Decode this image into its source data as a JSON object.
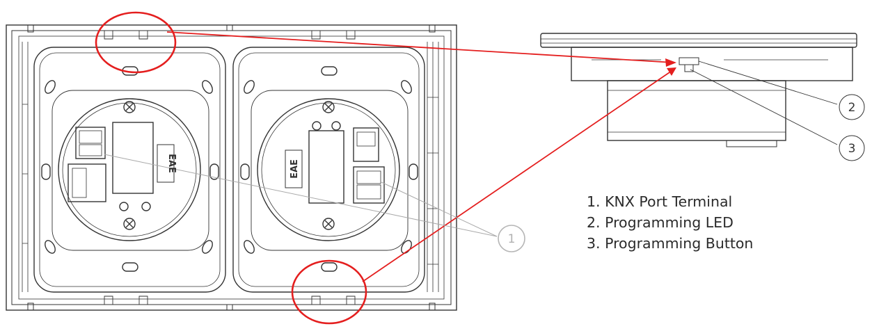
{
  "callouts": {
    "front_terminal": "1",
    "side_led": "2",
    "side_button": "3"
  },
  "legend": {
    "items": [
      "1. KNX Port Terminal",
      "2. Programming LED",
      "3. Programming Button"
    ]
  },
  "chip_labels": {
    "left_chip": "EAE",
    "right_chip": "EAE"
  },
  "colors": {
    "line_art": "#333333",
    "highlight": "#e41e1e",
    "leader_grey": "#a9a9a9",
    "text": "#2b2b2b"
  }
}
